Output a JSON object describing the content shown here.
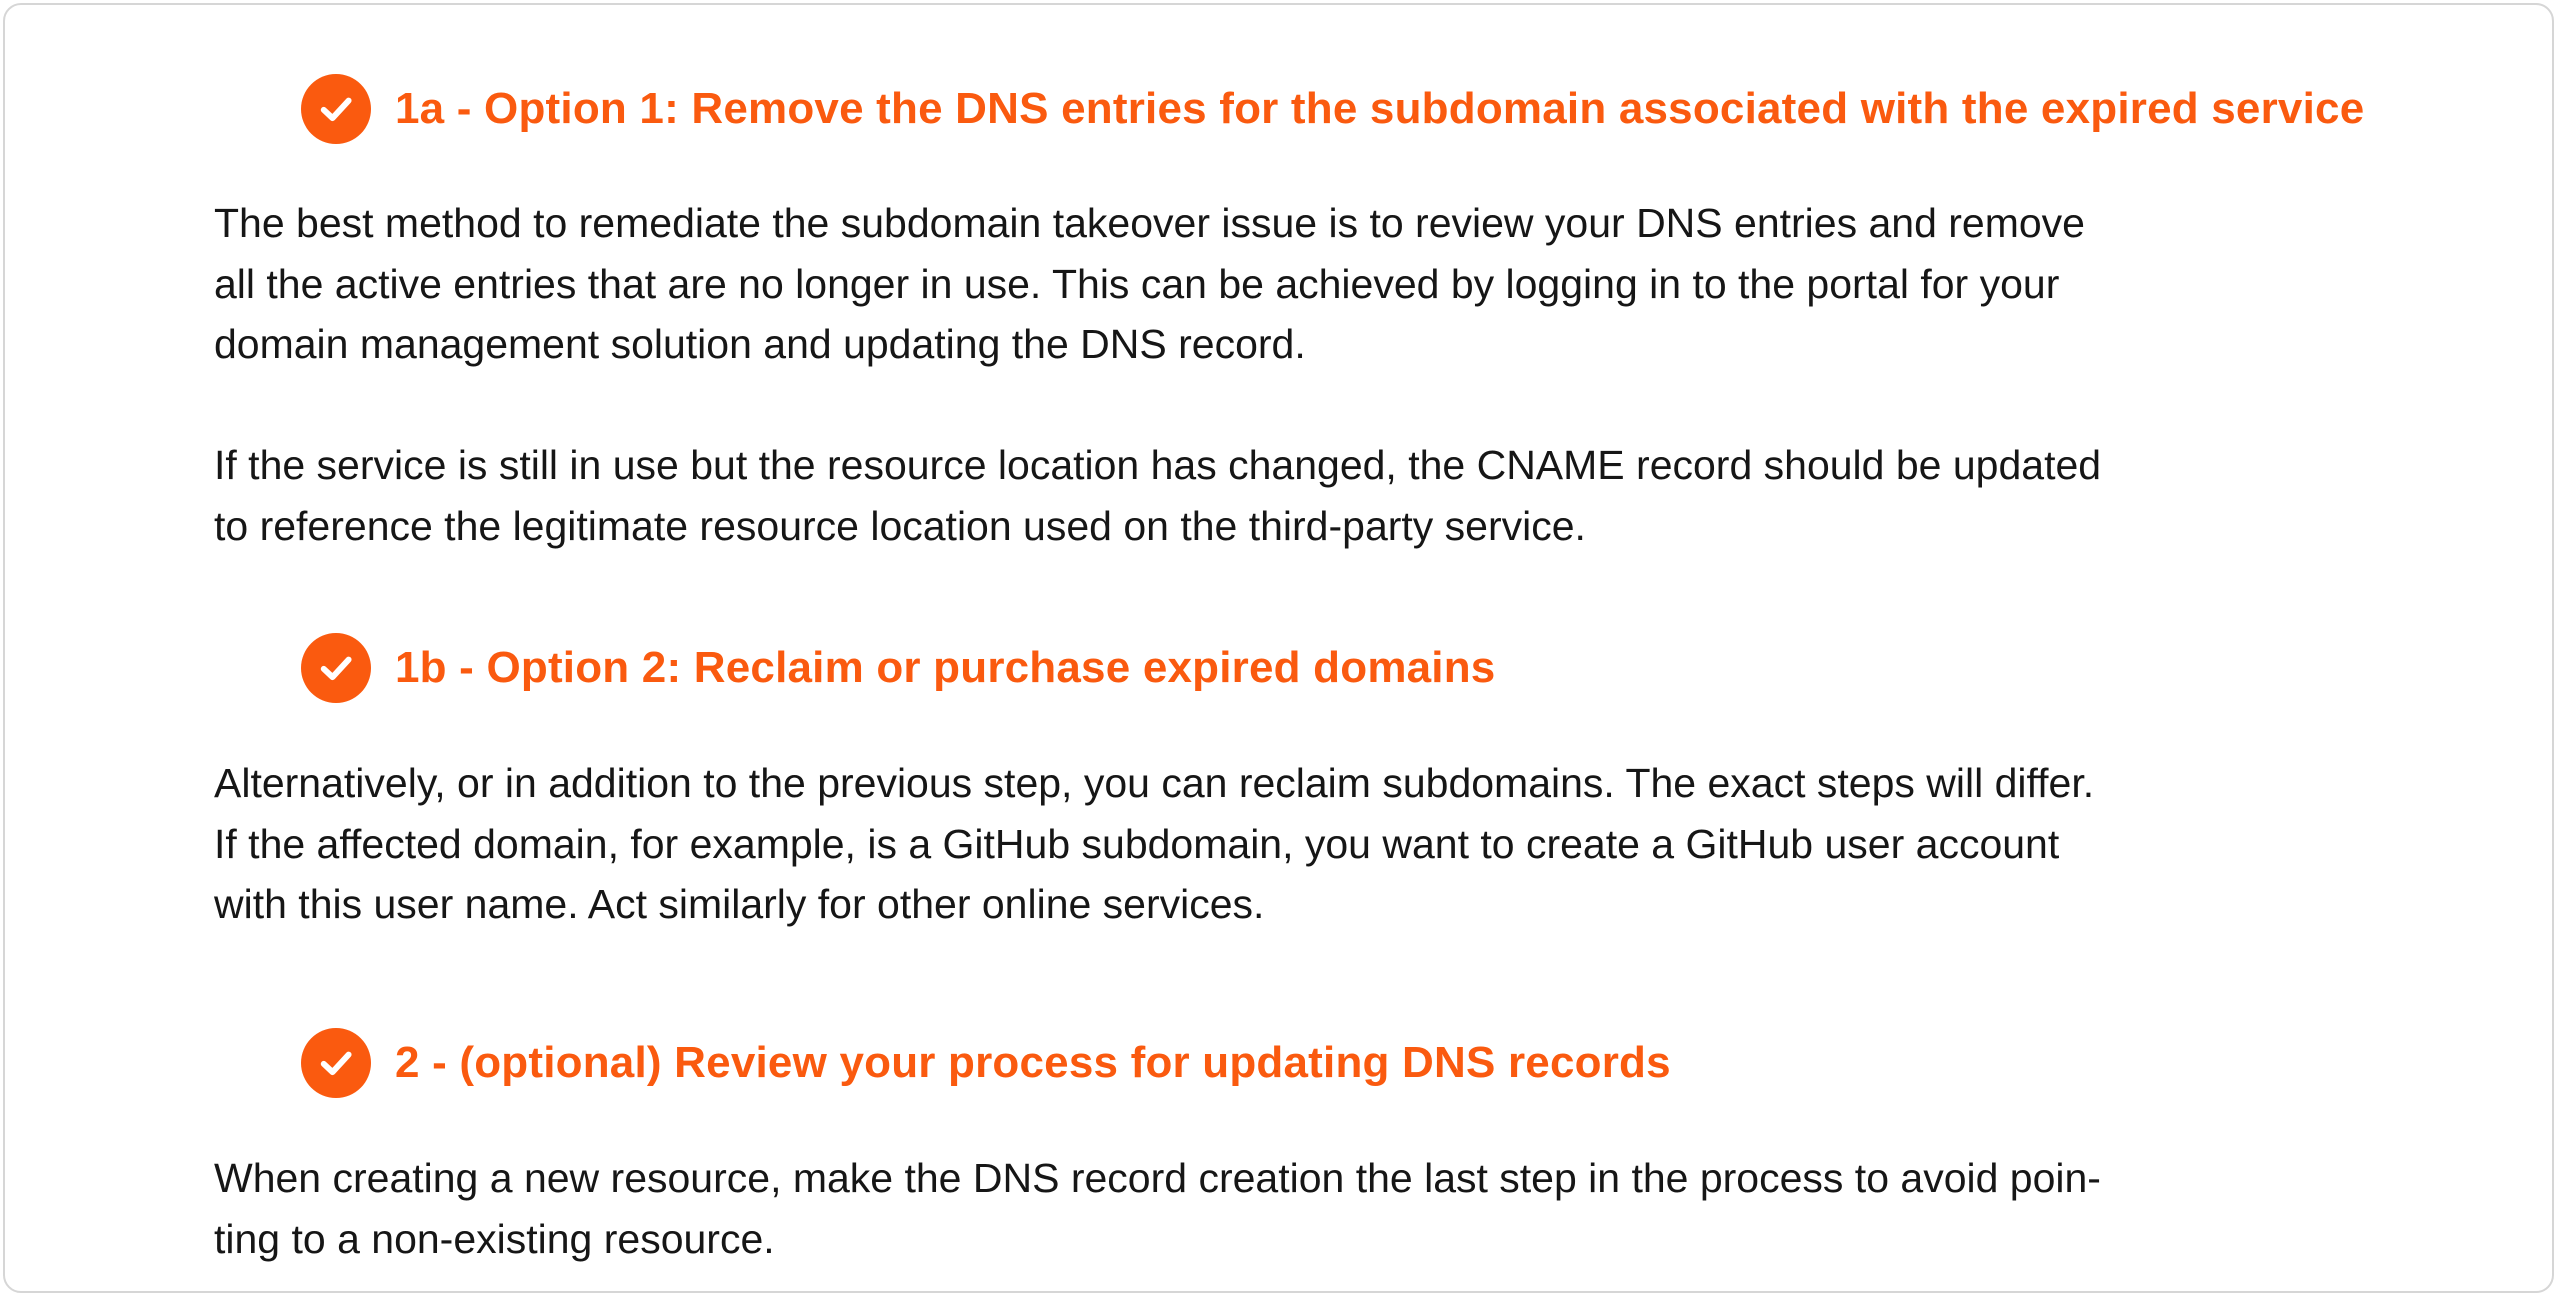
{
  "sections": [
    {
      "heading": "1a - Option 1: Remove the DNS entries for the subdomain associated with the expired service",
      "paragraphs": [
        [
          "The best method to remediate the subdomain takeover issue is to review your DNS entries and remove",
          "all the active entries that are no longer in use. This can be achieved by logging in to the portal for your",
          "domain management solution and updating the DNS record."
        ],
        [
          "If the service is still in use but the resource location has changed, the CNAME record should be updated",
          "to reference the legitimate resource location used on the third-party service."
        ]
      ]
    },
    {
      "heading": "1b - Option 2: Reclaim or purchase expired domains",
      "paragraphs": [
        [
          "Alternatively, or in addition to the previous step, you can reclaim subdomains. The exact steps will differ.",
          "If the affected domain, for example, is a GitHub subdomain, you want to create a GitHub user account",
          "with this user name. Act similarly for other online services."
        ]
      ]
    },
    {
      "heading": "2 - (optional) Review your process for updating DNS records",
      "paragraphs": [
        [
          "When creating a new resource, make the DNS record creation the last step in the process to avoid poin-",
          "ting to a non-existing resource."
        ]
      ]
    }
  ],
  "icons": {
    "section_icon": "check-circle-icon"
  },
  "colors": {
    "accent": "#fa5a0f",
    "text": "#161616",
    "border": "#d6d6d6"
  }
}
